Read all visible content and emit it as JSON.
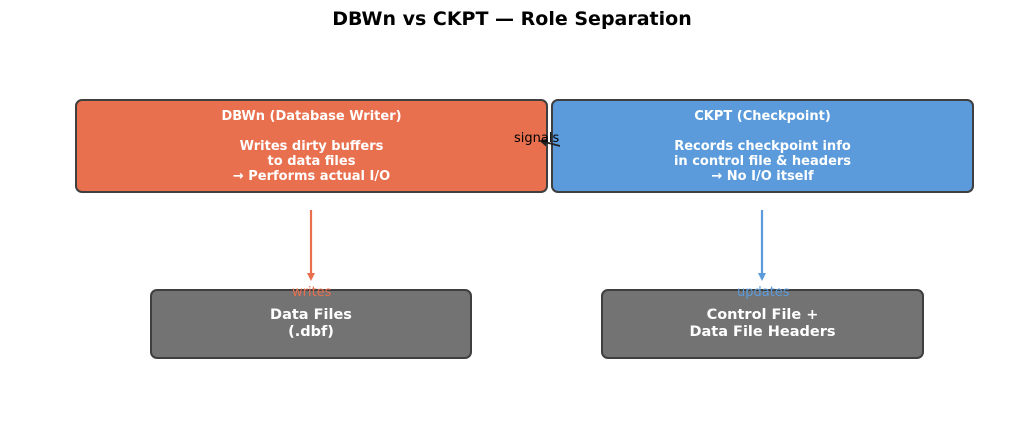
{
  "title": "DBWn vs CKPT — Role Separation",
  "nodes": {
    "dbwn": {
      "heading": "DBWn (Database Writer)",
      "lines": [
        "Writes dirty buffers",
        "to data files",
        "→ Performs actual I/O"
      ],
      "color": "#E8704F"
    },
    "ckpt": {
      "heading": "CKPT (Checkpoint)",
      "lines": [
        "Records checkpoint info",
        "in control file & headers",
        "→ No I/O itself"
      ],
      "color": "#5B9BDB"
    },
    "datafiles": {
      "lines": [
        "Data Files",
        "(.dbf)"
      ],
      "color": "#737373"
    },
    "controlfile": {
      "lines": [
        "Control File +",
        "Data File Headers"
      ],
      "color": "#737373"
    }
  },
  "edges": {
    "signals": {
      "label": "signals",
      "from": "ckpt",
      "to": "dbwn",
      "color": "#000000"
    },
    "writes": {
      "label": "writes",
      "from": "dbwn",
      "to": "datafiles",
      "color": "#E8704F"
    },
    "updates": {
      "label": "updates",
      "from": "ckpt",
      "to": "controlfile",
      "color": "#5B9BDB"
    }
  }
}
